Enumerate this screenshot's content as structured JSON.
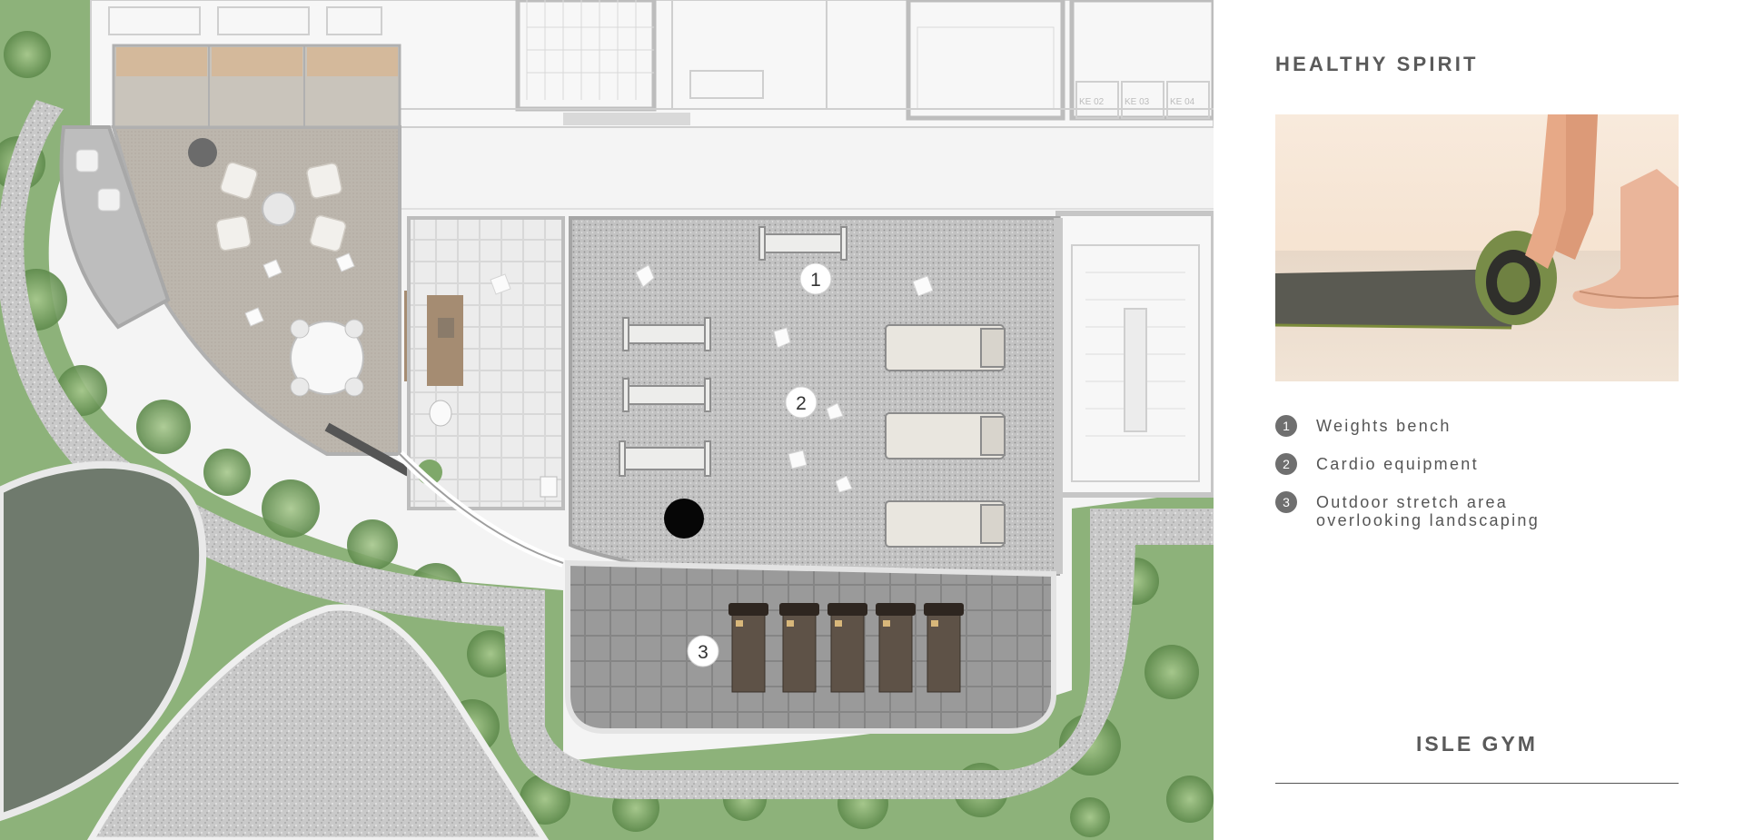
{
  "panel": {
    "title": "HEALTHY SPIRIT",
    "photo_alt": "hands rolling a yoga mat",
    "legend": [
      {
        "num": "1",
        "text": "Weights bench"
      },
      {
        "num": "2",
        "text": "Cardio equipment"
      },
      {
        "num": "3",
        "text": "Outdoor stretch area\noverlooking landscaping"
      }
    ],
    "footer_title": "ISLE GYM"
  },
  "plan": {
    "markers": [
      "1",
      "2",
      "3"
    ],
    "room_codes": [
      "KE 02",
      "KE 03",
      "KE 04"
    ]
  },
  "colors": {
    "heading": "#5a5a5a",
    "legend_badge": "#6f6f6f",
    "foliage": "#7fa86a",
    "gym_floor": "#bdbdbd",
    "loungers": "#5e5247"
  }
}
